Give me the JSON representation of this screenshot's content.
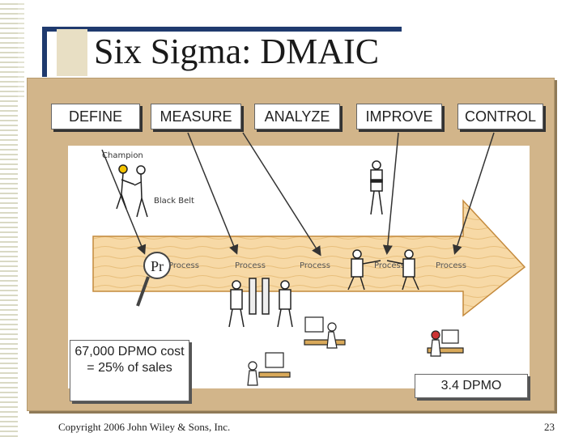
{
  "slide": {
    "title": "Six Sigma: DMAIC",
    "stages": [
      "DEFINE",
      "MEASURE",
      "ANALYZE",
      "IMPROVE",
      "CONTROL"
    ],
    "illustration": {
      "champion_label": "Champion",
      "black_belt_label": "Black Belt",
      "process_labels": [
        "Process",
        "Process",
        "Process",
        "Process",
        "Process"
      ]
    },
    "before_box": "67,000 DPMO cost = 25% of sales",
    "after_box": "3.4 DPMO",
    "footer_copyright": "Copyright 2006 John Wiley & Sons, Inc.",
    "page_number": "23"
  }
}
